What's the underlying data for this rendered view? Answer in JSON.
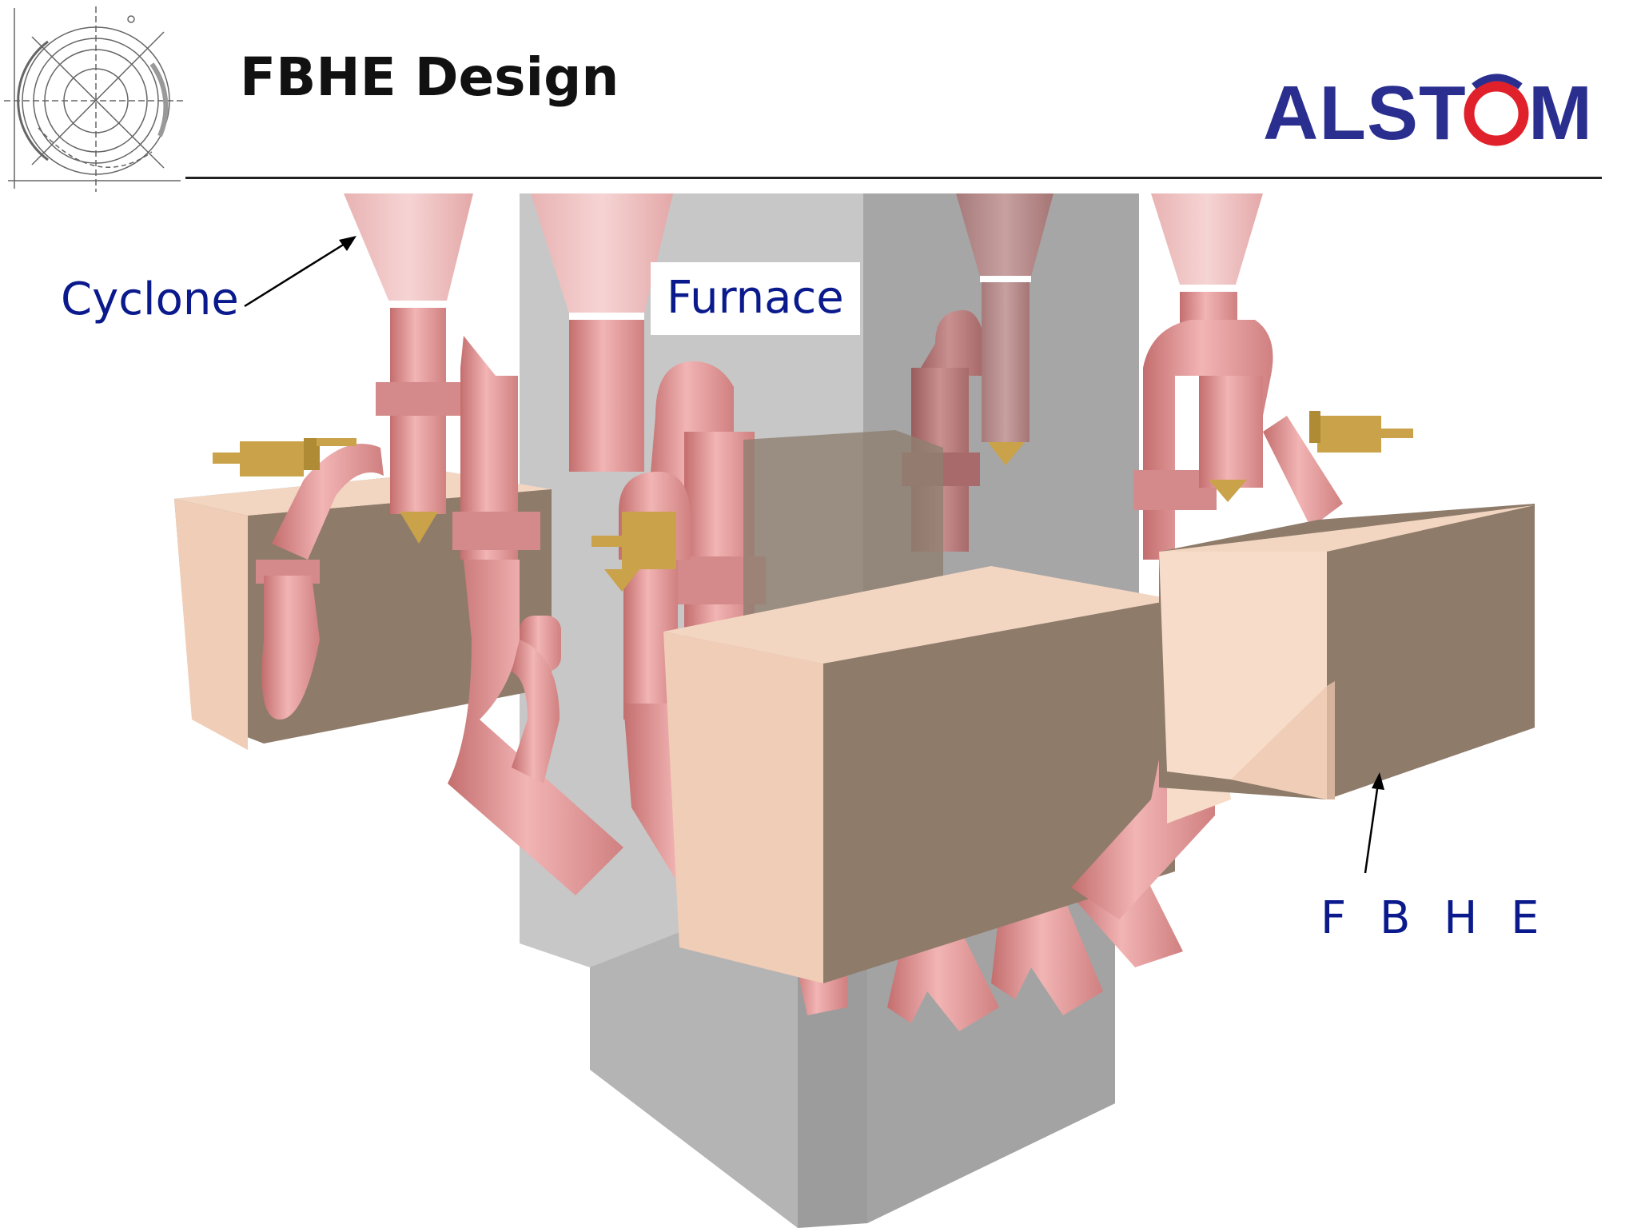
{
  "slide": {
    "title": "FBHE Design"
  },
  "brand": {
    "name": "ALSTOM",
    "color": "#2a2f8f",
    "accent_color": "#e0202a"
  },
  "diagram": {
    "labels": {
      "cyclone": "Cyclone",
      "furnace": "Furnace",
      "fbhe": "F B H E"
    },
    "colors": {
      "pipe": "#e39a9a",
      "pipe_dark": "#b86a6a",
      "fbhe_box_light": "#f0cdb6",
      "fbhe_box_dark": "#8e7b6a",
      "furnace": "#a9a9a9",
      "valve": "#c9a24a",
      "label": "#0a1a8c"
    }
  }
}
